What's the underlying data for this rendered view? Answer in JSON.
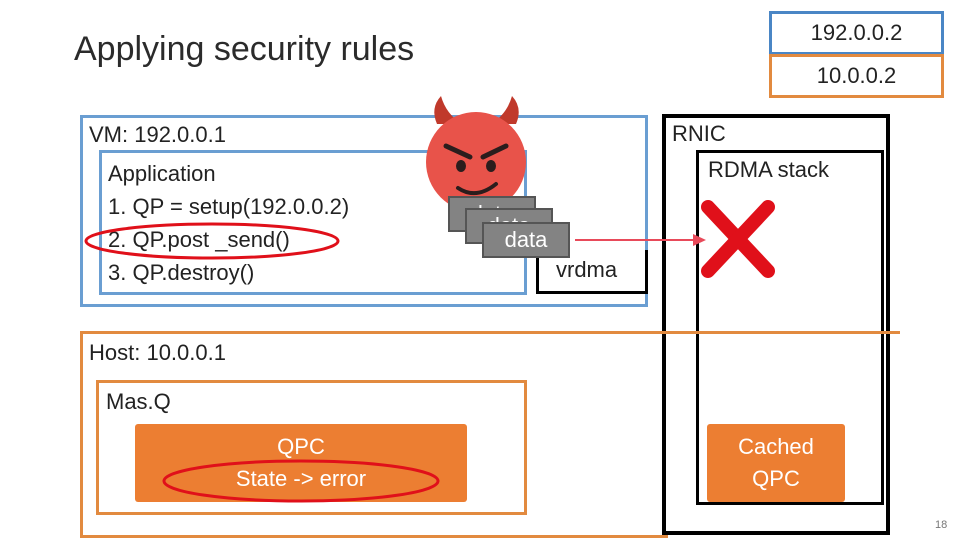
{
  "title": "Applying security rules",
  "remote_ips": [
    "192.0.0.2",
    "10.0.0.2"
  ],
  "vm": {
    "label": "VM: 192.0.0.1",
    "app_title": "Application",
    "steps": [
      "1.  QP = setup(192.0.0.2)",
      "2.  QP.post _send()",
      "3.  QP.destroy()"
    ],
    "vrdma": "vrdma"
  },
  "packets": [
    "data",
    "data",
    "data"
  ],
  "rnic": {
    "label": "RNIC",
    "stack": "RDMA stack"
  },
  "host": {
    "label": "Host: 10.0.0.1",
    "masq": "Mas.Q",
    "qpc_lines": [
      "QPC",
      "State -> error"
    ],
    "cached_lines": [
      "Cached",
      "QPC"
    ]
  },
  "slide_number": "18",
  "colors": {
    "blue": "#4a86c5",
    "orange": "#e28a3f",
    "qpc_fill": "#ec7e32",
    "highlight": "#e0101a",
    "arrow": "#e84a5a",
    "packet": "#838383"
  },
  "icons": [
    "devil-face-icon",
    "red-x-icon"
  ]
}
